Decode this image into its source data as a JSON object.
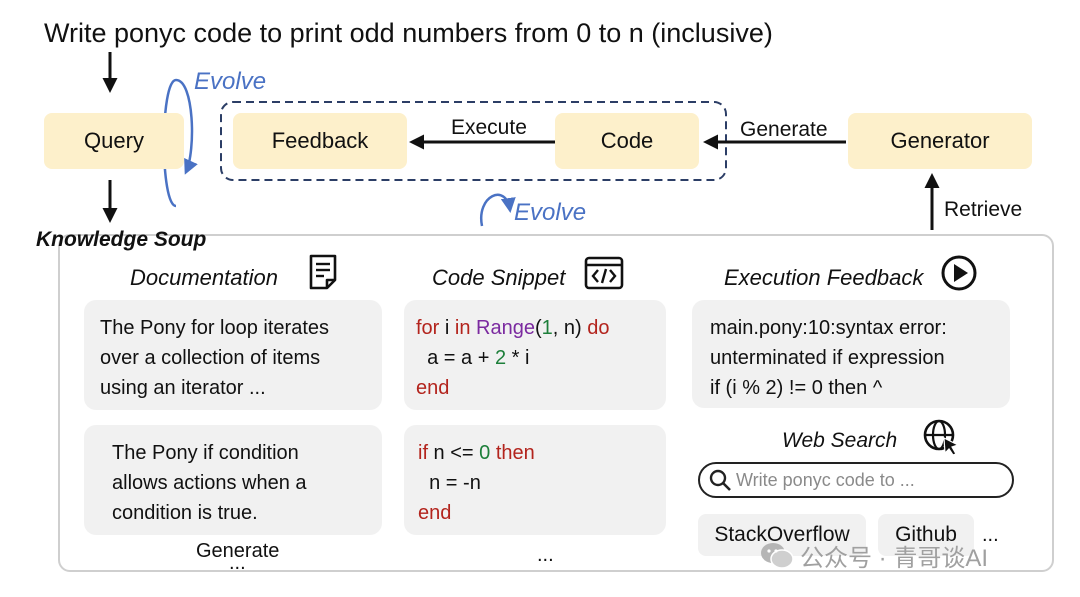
{
  "title": "Write ponyc code to print odd numbers from 0 to n (inclusive)",
  "nodes": {
    "query": "Query",
    "feedback": "Feedback",
    "code": "Code",
    "generator": "Generator"
  },
  "edges": {
    "execute": "Execute",
    "generate": "Generate",
    "retrieve": "Retrieve",
    "evolve_top": "Evolve",
    "evolve_mid": "Evolve"
  },
  "knowledge_soup": {
    "title": "Knowledge Soup",
    "documentation": {
      "heading": "Documentation",
      "cards": [
        [
          "The Pony for loop iterates",
          "over a collection of items",
          "using an iterator ..."
        ],
        [
          "The Pony if condition",
          "allows actions when a",
          "condition is true."
        ]
      ],
      "footer": "Generate",
      "more": "..."
    },
    "code_snippet": {
      "heading": "Code Snippet",
      "snippet1": {
        "l1": {
          "k1": "for",
          "v": " i ",
          "k2": "in",
          "sp": " ",
          "fn": "Range",
          "p1": "(",
          "n1": "1",
          "p2": ", n) ",
          "k3": "do"
        },
        "l2": {
          "a": "  a = a + ",
          "n": "2",
          "b": " * i"
        },
        "l3": "end"
      },
      "snippet2": {
        "l1": {
          "k1": "if",
          "v": " n <= ",
          "n": "0",
          "sp": " ",
          "k2": "then"
        },
        "l2": "  n = -n",
        "l3": "end"
      },
      "more": "..."
    },
    "execution_feedback": {
      "heading": "Execution Feedback",
      "lines": [
        "main.pony:10:syntax error:",
        "unterminated if expression",
        "if (i % 2) != 0 then ^"
      ]
    },
    "web_search": {
      "heading": "Web Search",
      "placeholder": "Write ponyc code to ...",
      "results": [
        "StackOverflow",
        "Github"
      ],
      "more": "..."
    }
  },
  "watermark": "公众号 · 青哥谈AI",
  "colors": {
    "node_fill": "#fdf0cb",
    "evolve_blue": "#4a72c4",
    "keyword_red": "#b3241d",
    "function_purple": "#7b2aa0",
    "number_green": "#1d7f3a",
    "card_fill": "#f1f1f1"
  }
}
